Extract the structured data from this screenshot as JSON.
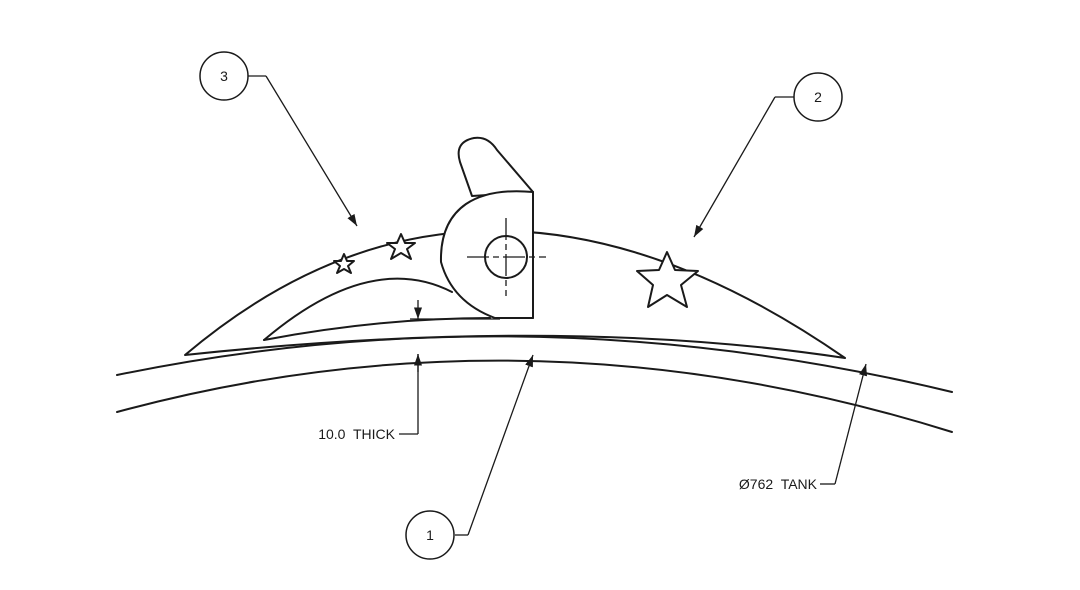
{
  "balloons": [
    {
      "id": "1",
      "label": "1"
    },
    {
      "id": "2",
      "label": "2"
    },
    {
      "id": "3",
      "label": "3"
    }
  ],
  "notes": {
    "thickness": "10.0  THICK",
    "tank": "Ø762  TANK"
  },
  "colors": {
    "line": "#1a1a1a",
    "background": "#ffffff"
  },
  "icons": {
    "stars": [
      "star-icon",
      "star-icon",
      "star-icon"
    ],
    "center_mark": "crosshair-icon"
  }
}
